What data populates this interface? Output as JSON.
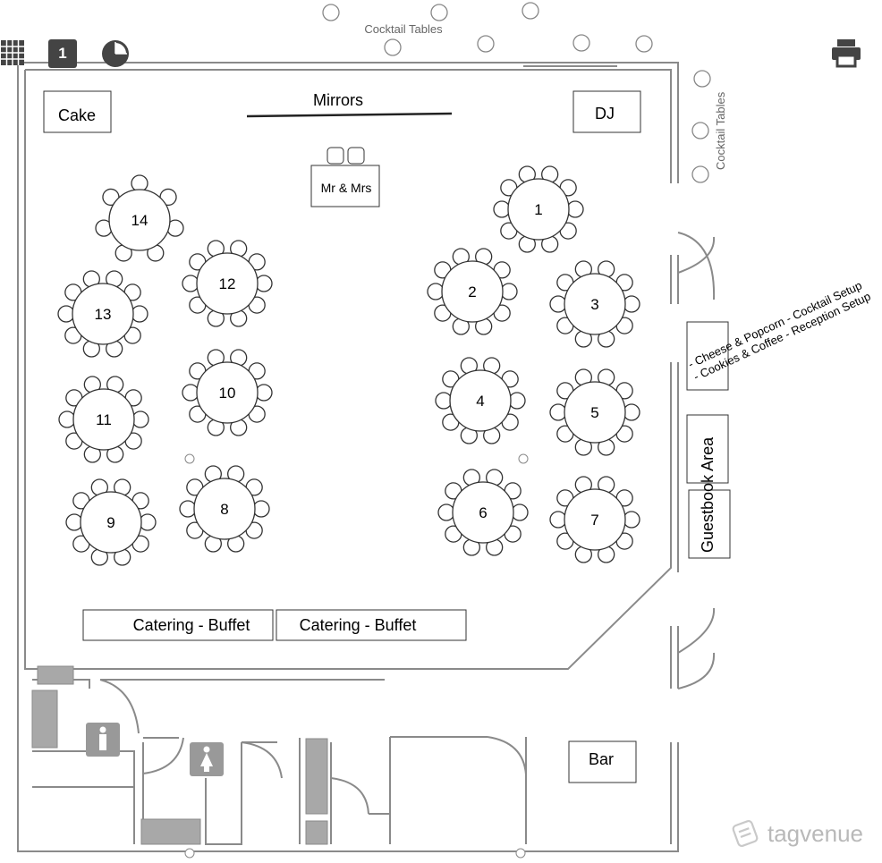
{
  "toolbar": {
    "page_number": "1",
    "grid_icon": "grid-icon",
    "pie_icon": "pie-chart-icon",
    "print_icon": "print-icon"
  },
  "floorplan": {
    "fixtures": {
      "cake": "Cake",
      "dj": "DJ",
      "mirrors": "Mirrors",
      "head_table": "Mr & Mrs",
      "catering_1": "Catering - Buffet",
      "catering_2": "Catering - Buffet",
      "bar": "Bar",
      "guestbook": "Guestbook Area",
      "cocktail_top": "Cocktail Tables",
      "cocktail_right": "Cocktail Tables",
      "reception_note_1": "- Cheese & Popcorn - Cocktail Setup",
      "reception_note_2": "- Cookies & Coffee - Reception Setup"
    },
    "tables": [
      "1",
      "2",
      "3",
      "4",
      "5",
      "6",
      "7",
      "8",
      "9",
      "10",
      "11",
      "12",
      "13",
      "14"
    ]
  },
  "watermark": "tagvenue",
  "colors": {
    "wall": "#8a8a8a",
    "fixture_fill": "#a8a8a8",
    "toolbar_dark": "#444444",
    "watermark": "#bdbdbd"
  }
}
